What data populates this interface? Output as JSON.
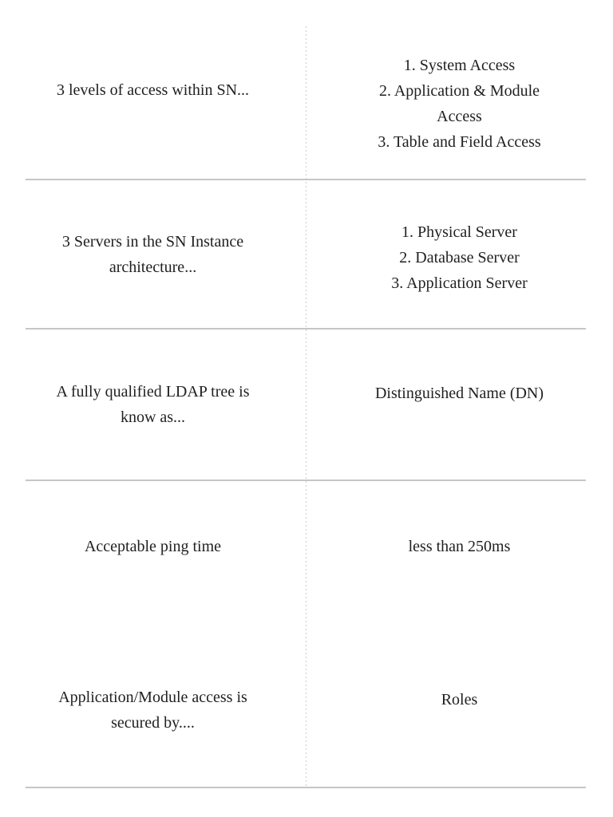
{
  "page": {
    "background_color": "#ffffff",
    "text_color": "#212121",
    "divider_color": "#c6c6c6",
    "dotted_divider_color": "#cccccc"
  },
  "flashcards": {
    "rows": [
      {
        "question": "3 levels of access within SN...",
        "answer_lines": [
          "1. System Access",
          "2. Application & Module Access",
          "3. Table and Field Access"
        ]
      },
      {
        "question": "3 Servers in the SN Instance architecture...",
        "answer_lines": [
          "1. Physical Server",
          "2. Database Server",
          "3. Application Server"
        ]
      },
      {
        "question": "A fully qualified LDAP tree is know as...",
        "answer_lines": [
          "Distinguished Name (DN)"
        ]
      },
      {
        "question": "Acceptable ping time",
        "answer_lines": [
          "less than 250ms"
        ]
      },
      {
        "question": "Application/Module access is secured by....",
        "answer_lines": [
          "Roles"
        ]
      }
    ]
  }
}
